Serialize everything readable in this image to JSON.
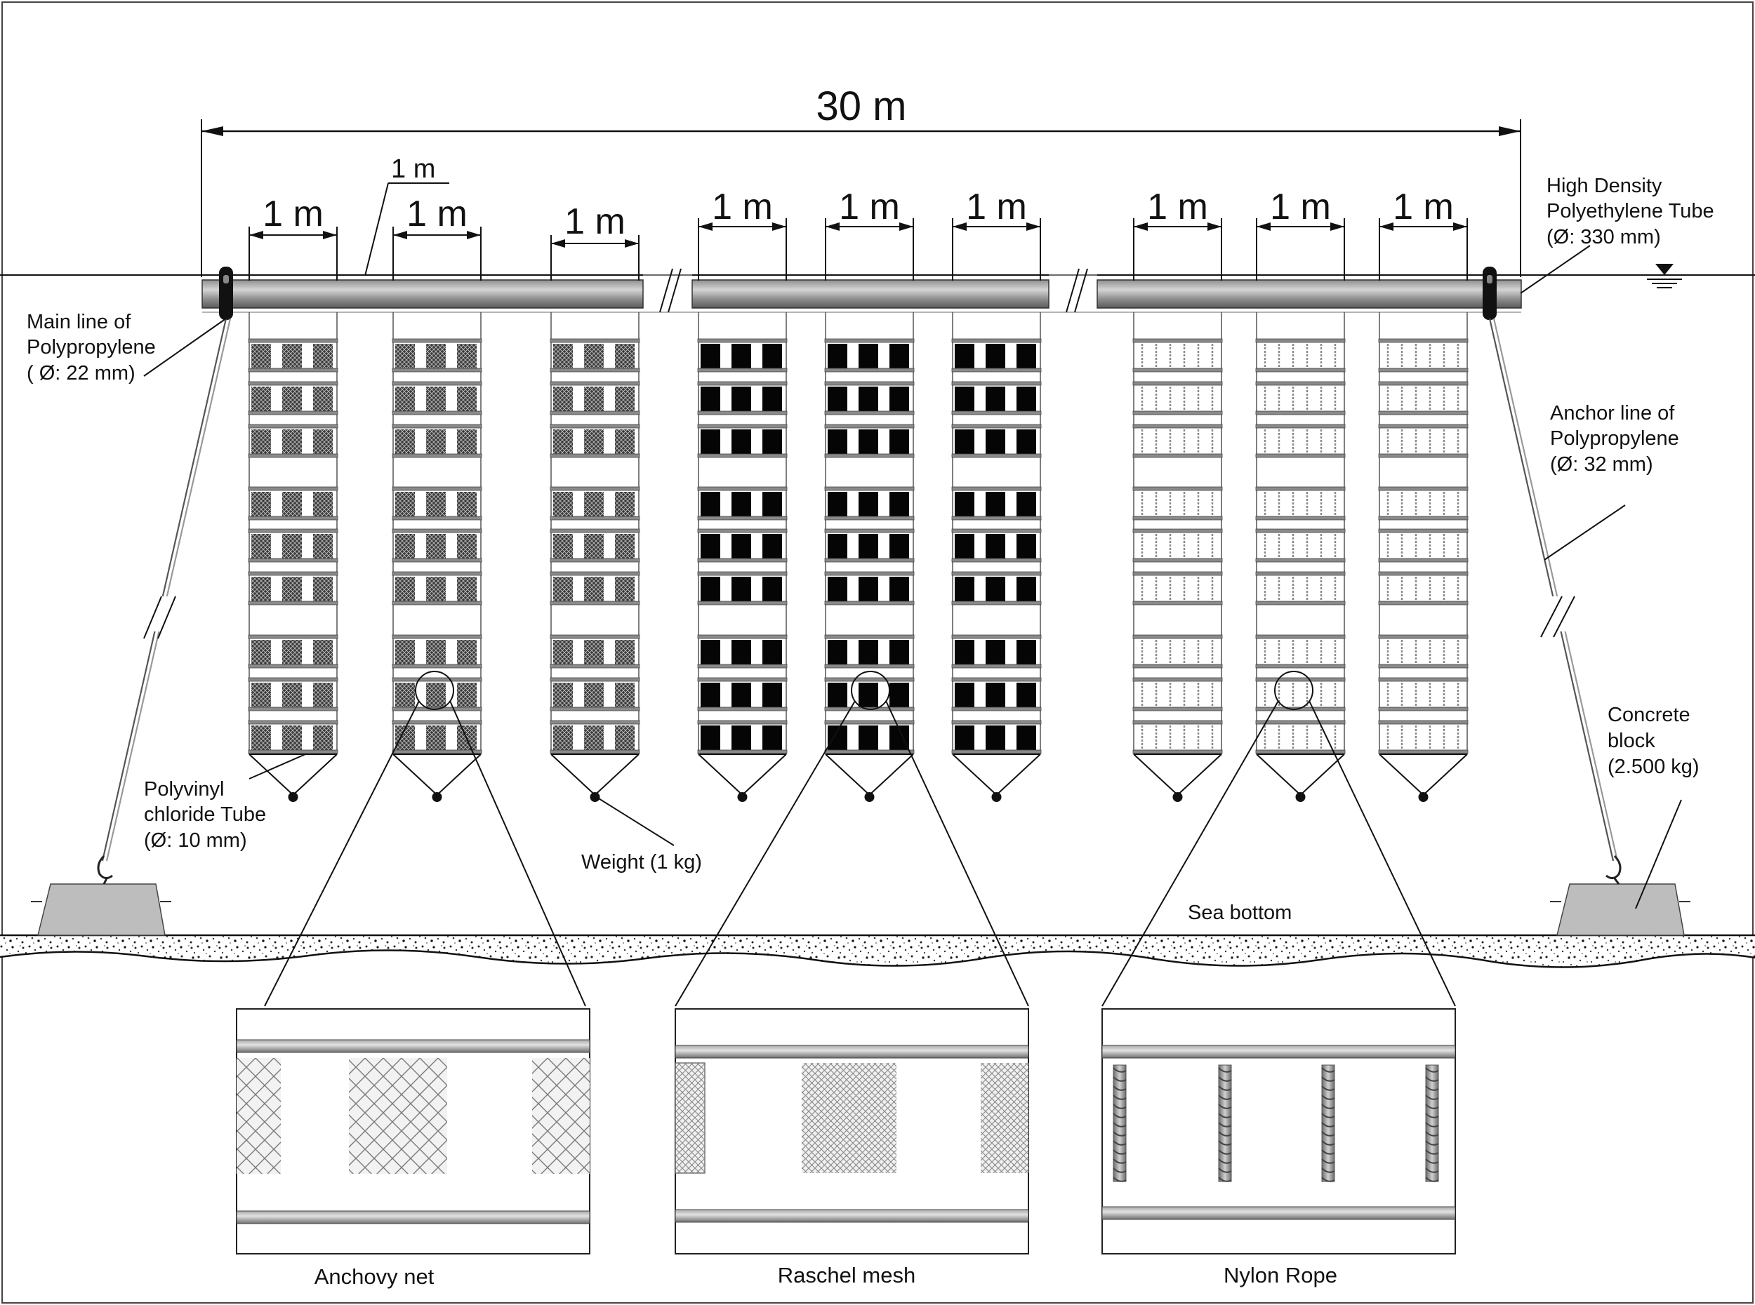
{
  "diagram": {
    "total_length": "30 m",
    "section_spacing": "1 m",
    "unit_widths": [
      "1 m",
      "1 m",
      "1 m",
      "1 m",
      "1 m",
      "1 m",
      "1 m",
      "1 m",
      "1 m"
    ],
    "substrate_types": [
      "anchovy",
      "anchovy",
      "anchovy",
      "raschel",
      "raschel",
      "raschel",
      "nylon",
      "nylon",
      "nylon"
    ]
  },
  "labels": {
    "main_line": [
      "Main line of",
      "Polypropylene",
      "( Ø: 22 mm)"
    ],
    "hdpe_tube": [
      "High Density",
      "Polyethylene Tube",
      "(Ø: 330 mm)"
    ],
    "anchor_line": [
      "Anchor line of",
      "Polypropylene",
      "(Ø: 32 mm)"
    ],
    "pvc_tube": [
      "Polyvinyl",
      "chloride Tube",
      "(Ø: 10 mm)"
    ],
    "weight": "Weight (1 kg)",
    "concrete_block": [
      "Concrete",
      "block",
      "(2.500 kg)"
    ],
    "sea_bottom": "Sea bottom"
  },
  "captions": {
    "anchovy": "Anchovy net",
    "raschel": "Raschel mesh",
    "nylon": "Nylon Rope"
  }
}
